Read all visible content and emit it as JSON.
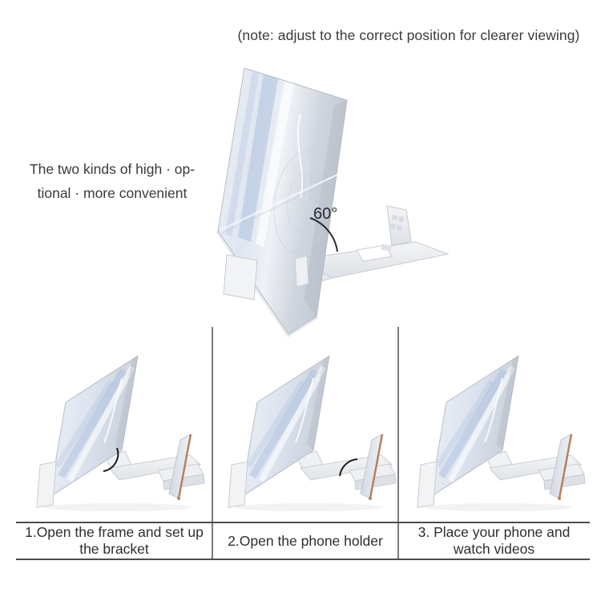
{
  "page": {
    "note": "(note: adjust to the correct position for clearer viewing)",
    "tagline": {
      "line1": "The two kinds of high · op-",
      "line2": "tional · more convenient"
    },
    "main_figure": {
      "angle_label": "60°",
      "subject": "screen magnifier opened at 60 degrees on folding bracket"
    },
    "steps": [
      {
        "lines": [
          "1.Open the frame and set up",
          "the bracket"
        ]
      },
      {
        "lines": [
          "2.Open the phone holder"
        ]
      },
      {
        "lines": [
          "3. Place your phone and",
          "watch videos"
        ]
      }
    ],
    "colors": {
      "text": "#333333",
      "caption_rule": "#4c4c4c",
      "panel_divider": "#7a7a7a",
      "lens_blue": "#a9bedd",
      "base_gray": "#edeff2",
      "phone_copper": "#b5825f",
      "arc_black": "#1a1a1a"
    }
  }
}
